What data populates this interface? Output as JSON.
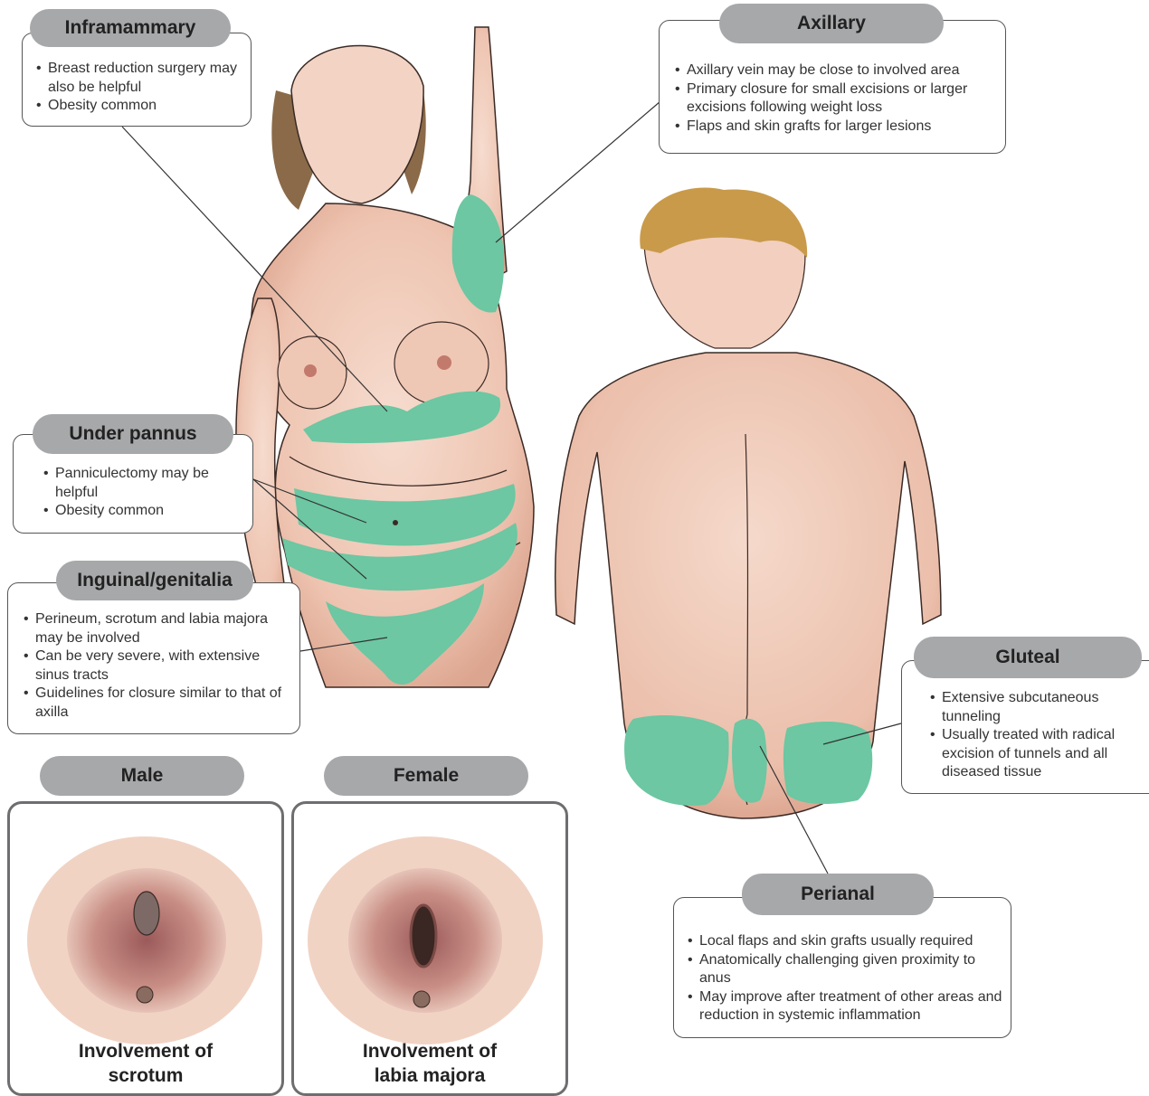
{
  "colors": {
    "lesion": "#6cc7a2",
    "skin": "#f2cfbf",
    "skin_shadow": "#d8a48e",
    "hair_female": "#8a6a48",
    "hair_male": "#c99a4a",
    "label_pill": "#a7a8aa",
    "inset_border": "#6e6e70"
  },
  "callouts": {
    "inframammary": {
      "title": "Inframammary",
      "bullets": [
        "Breast reduction surgery may also be helpful",
        "Obesity common"
      ]
    },
    "axillary": {
      "title": "Axillary",
      "bullets": [
        "Axillary vein may be close to involved area",
        "Primary closure for small excisions or larger excisions following weight loss",
        "Flaps and skin grafts for larger lesions"
      ]
    },
    "under_pannus": {
      "title": "Under pannus",
      "bullets": [
        "Panniculectomy may be helpful",
        "Obesity common"
      ]
    },
    "inguinal": {
      "title": "Inguinal/genitalia",
      "bullets": [
        "Perineum, scrotum and labia majora may be involved",
        "Can be very severe, with extensive sinus tracts",
        "Guidelines for closure similar to that of axilla"
      ]
    },
    "gluteal": {
      "title": "Gluteal",
      "bullets": [
        "Extensive subcutaneous tunneling",
        "Usually treated with radical excision of tunnels and all diseased tissue"
      ]
    },
    "perianal": {
      "title": "Perianal",
      "bullets": [
        "Local flaps and skin grafts usually required",
        "Anatomically challenging given proximity to anus",
        "May improve after treatment of other areas and reduction in systemic inflammation"
      ]
    }
  },
  "insets": {
    "male": {
      "label": "Male",
      "caption": "Involvement of scrotum"
    },
    "female": {
      "label": "Female",
      "caption": "Involvement of labia majora"
    }
  }
}
